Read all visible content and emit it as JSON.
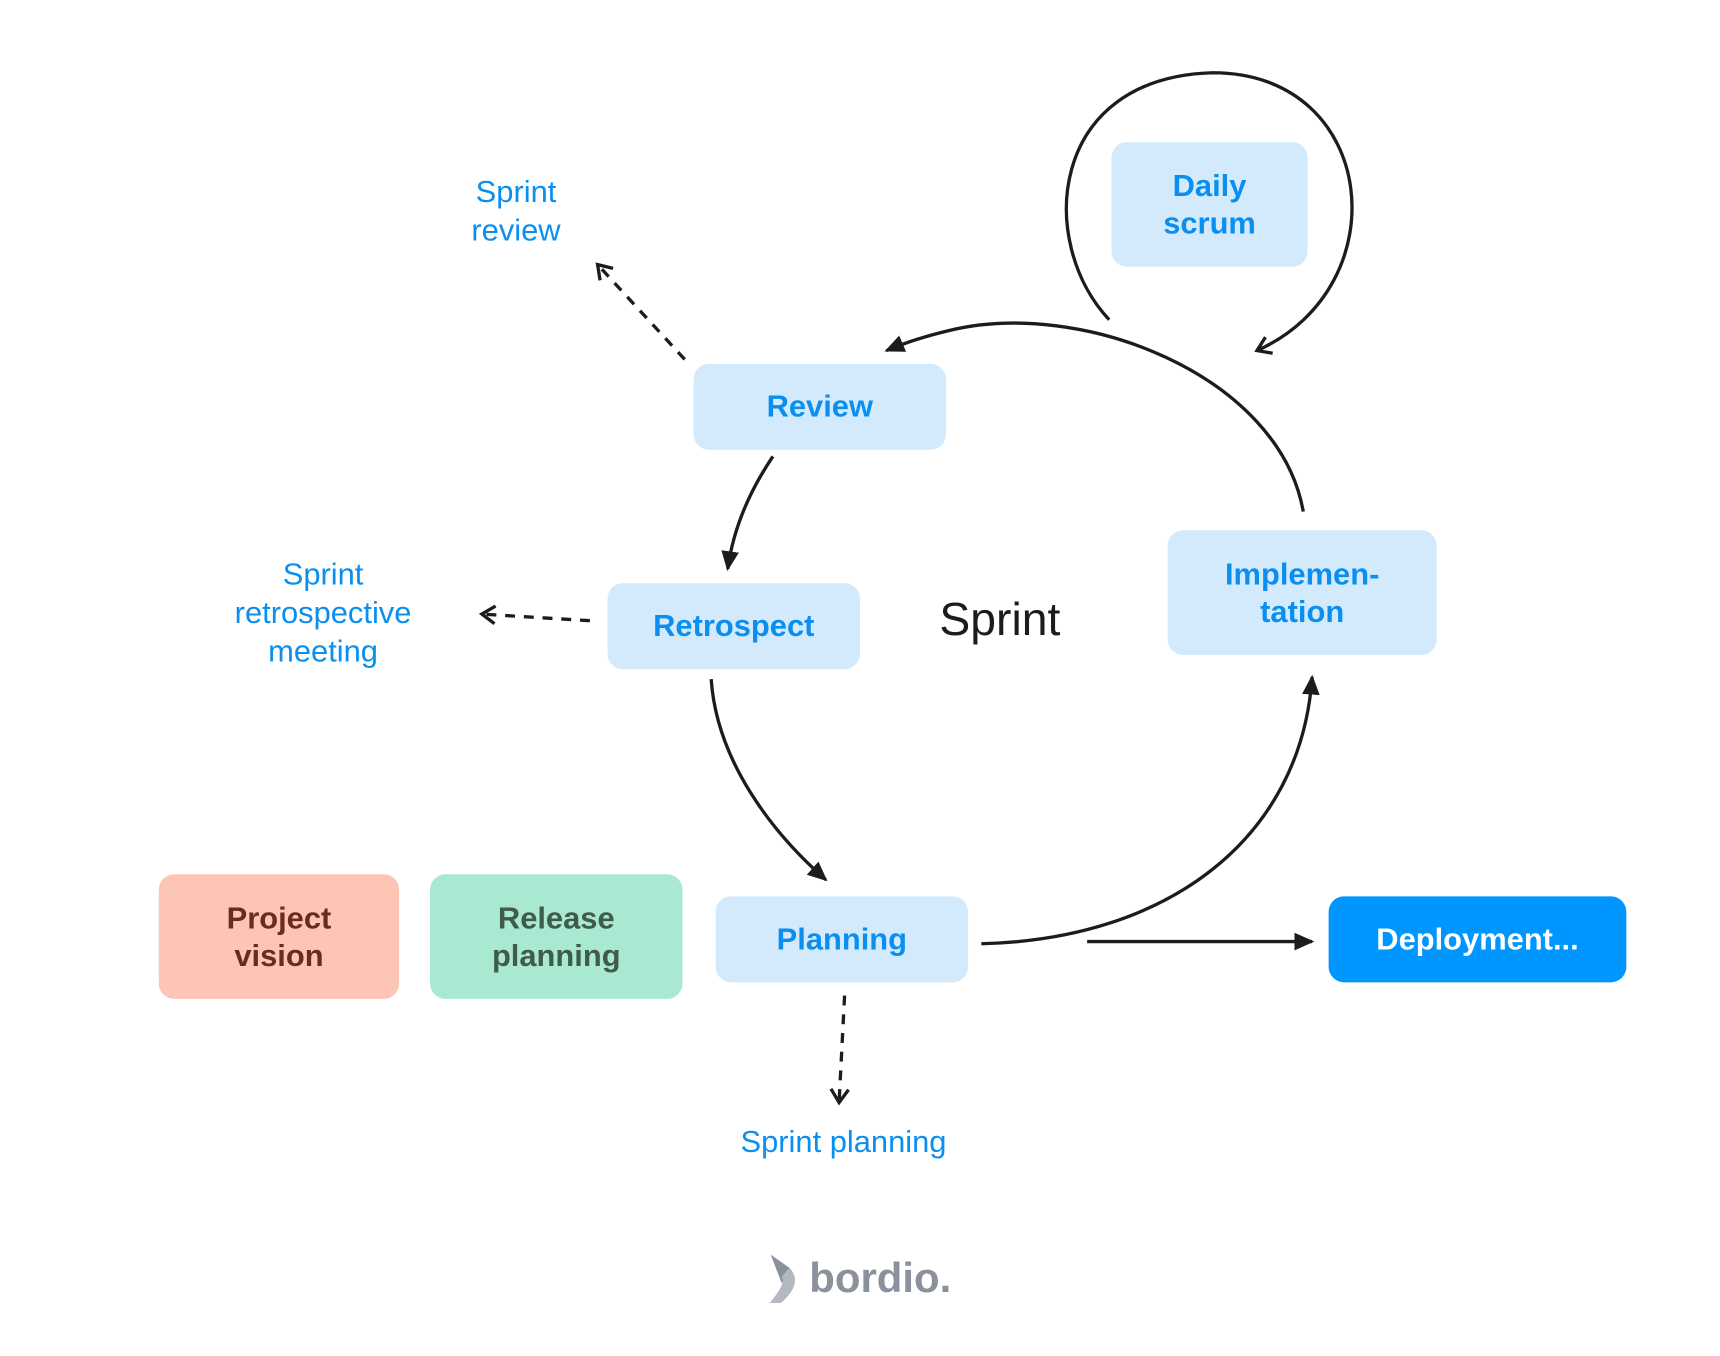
{
  "nodes": {
    "daily_scrum": "Daily\nscrum",
    "review": "Review",
    "retrospect": "Retrospect",
    "implementation": "Implemen-\ntation",
    "planning": "Planning",
    "deployment": "Deployment...",
    "project_vision": "Project\nvision",
    "release_planning": "Release\nplanning"
  },
  "center_label": "Sprint",
  "labels": {
    "sprint_review": "Sprint\nreview",
    "sprint_retrospective": "Sprint\nretrospective\nmeeting",
    "sprint_planning": "Sprint planning"
  },
  "logo": {
    "text": "bordio."
  },
  "colors": {
    "light_box": "#d3eafc",
    "accent_blue": "#0a8ff0",
    "deployment": "#0096ff",
    "project_vision_bg": "#fdc5b5",
    "release_planning_bg": "#aae9d1"
  }
}
